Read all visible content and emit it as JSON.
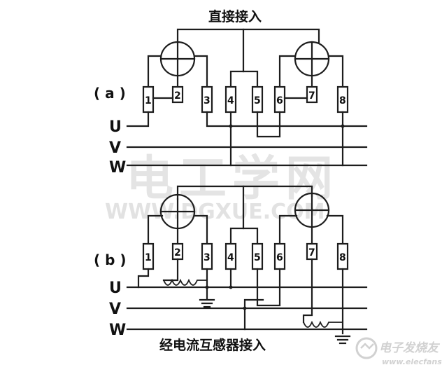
{
  "diagram": {
    "title_top": "直接接入",
    "title_bottom": "经电流互感器接入",
    "label_a": "( a )",
    "label_b": "( b )",
    "phase_labels": [
      "U",
      "V",
      "W"
    ],
    "terminal_labels": [
      "1",
      "2",
      "3",
      "4",
      "5",
      "6",
      "7",
      "8"
    ]
  },
  "watermark": {
    "text_cn": "电工学网",
    "text_en": "WWW.DGXUE.COM"
  },
  "logo": {
    "text_cn": "电子发烧友",
    "url": "www.elecfans.com"
  }
}
